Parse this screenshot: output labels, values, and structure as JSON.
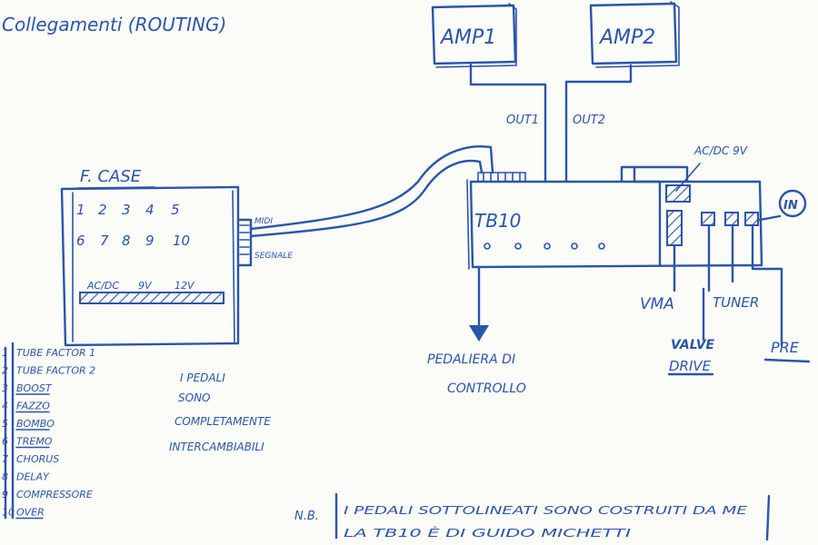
{
  "title": "Collegamenti (ROUTING)",
  "amps": [
    "AMP1",
    "AMP2"
  ],
  "outputs": [
    "OUT1",
    "OUT2"
  ],
  "fcase": {
    "label": "F. CASE",
    "row1": [
      "1",
      "2",
      "3",
      "4",
      "5"
    ],
    "row2": [
      "6",
      "7",
      "8",
      "9",
      "10"
    ],
    "power_labels": [
      "AC/DC",
      "9V",
      "12V"
    ],
    "ports": [
      "MIDI",
      "SEGNALE"
    ]
  },
  "tb10": {
    "label": "TB10",
    "power": "AC/DC 9V"
  },
  "connections": {
    "input": "IN",
    "vma": "VMA",
    "tuner": "TUNER",
    "valve_drive_1": "VALVE",
    "valve_drive_2": "DRIVE",
    "pre": "PRE"
  },
  "pedaliera": [
    "PEDALIERA DI",
    "CONTROLLO"
  ],
  "pedal_list": [
    {
      "num": "1",
      "name": "TUBE FACTOR 1",
      "underlined": false
    },
    {
      "num": "2",
      "name": "TUBE FACTOR 2",
      "underlined": false
    },
    {
      "num": "3",
      "name": "BOOST",
      "underlined": true
    },
    {
      "num": "4",
      "name": "FAZZO",
      "underlined": true
    },
    {
      "num": "5",
      "name": "BOMBO",
      "underlined": true
    },
    {
      "num": "6",
      "name": "TREMO",
      "underlined": true
    },
    {
      "num": "7",
      "name": "CHORUS",
      "underlined": false
    },
    {
      "num": "8",
      "name": "DELAY",
      "underlined": false
    },
    {
      "num": "9",
      "name": "COMPRESSORE",
      "underlined": false
    },
    {
      "num": "10",
      "name": "OVER",
      "underlined": true
    }
  ],
  "interchange_note": [
    "I PEDALI",
    "SONO",
    "COMPLETAMENTE",
    "INTERCAMBIABILI"
  ],
  "nb": {
    "prefix": "N.B.",
    "line1": "I PEDALI SOTTOLINEATI SONO COSTRUITI DA ME",
    "line2": "LA TB10 È DI GUIDO MICHETTI"
  }
}
